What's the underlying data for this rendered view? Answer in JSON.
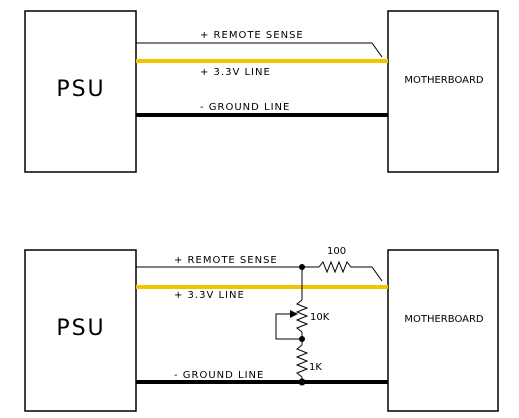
{
  "top_diagram": {
    "psu_label": "PSU",
    "motherboard_label": "MOTHERBOARD",
    "remote_sense_label": "+ REMOTE SENSE",
    "line_33_label": "+ 3.3V LINE",
    "ground_label": "- GROUND LINE"
  },
  "bottom_diagram": {
    "psu_label": "PSU",
    "motherboard_label": "MOTHERBOARD",
    "remote_sense_label": "+ REMOTE SENSE",
    "line_33_label": "+ 3.3V LINE",
    "ground_label": "- GROUND LINE",
    "resistor_series_label": "100",
    "resistor_pot_label": "10K",
    "resistor_bottom_label": "1K"
  },
  "colors": {
    "line_33": "#f2c500",
    "ground": "#000000",
    "outline": "#000000",
    "background": "#ffffff"
  }
}
